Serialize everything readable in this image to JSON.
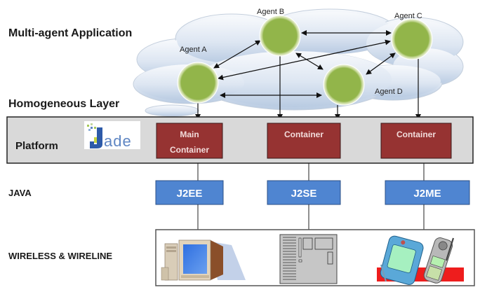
{
  "labels": {
    "multi_agent_application": "Multi-agent Application",
    "homogeneous_layer": "Homogeneous Layer",
    "platform": "Platform",
    "java": "JAVA",
    "wireless_wireline": "WIRELESS & WIRELINE"
  },
  "agents": [
    {
      "id": "A",
      "label": "Agent A"
    },
    {
      "id": "B",
      "label": "Agent B"
    },
    {
      "id": "C",
      "label": "Agent C"
    },
    {
      "id": "D",
      "label": "Agent D"
    }
  ],
  "agent_links": [
    {
      "from": "A",
      "to": "B",
      "type": "bidirectional"
    },
    {
      "from": "A",
      "to": "C",
      "type": "bidirectional"
    },
    {
      "from": "A",
      "to": "D",
      "type": "bidirectional"
    },
    {
      "from": "B",
      "to": "C",
      "type": "bidirectional"
    },
    {
      "from": "B",
      "to": "D",
      "type": "bidirectional"
    },
    {
      "from": "C",
      "to": "D",
      "type": "bidirectional"
    }
  ],
  "containers": [
    {
      "line1": "Main",
      "line2": "Container",
      "agents": [
        "A"
      ]
    },
    {
      "line1": "Container",
      "line2": "",
      "agents": [
        "B",
        "D"
      ]
    },
    {
      "line1": "Container",
      "line2": "",
      "agents": [
        "C"
      ]
    }
  ],
  "java_editions": [
    "J2EE",
    "J2SE",
    "J2ME"
  ],
  "devices": [
    "desktop-computer",
    "server",
    "pda-and-mobile-phone"
  ],
  "logo": {
    "text": "ade",
    "name": "jade-logo"
  },
  "colors": {
    "agent_fill": "#92b54a",
    "agent_ring": "#eef3d8",
    "cloud": "#d2deee",
    "platform_bg": "#d9d9d9",
    "container": "#963332",
    "container_text": "#f2dcdb",
    "java_box": "#4f85d1",
    "java_text": "#ffffff",
    "red_band": "#ee1d1d"
  }
}
